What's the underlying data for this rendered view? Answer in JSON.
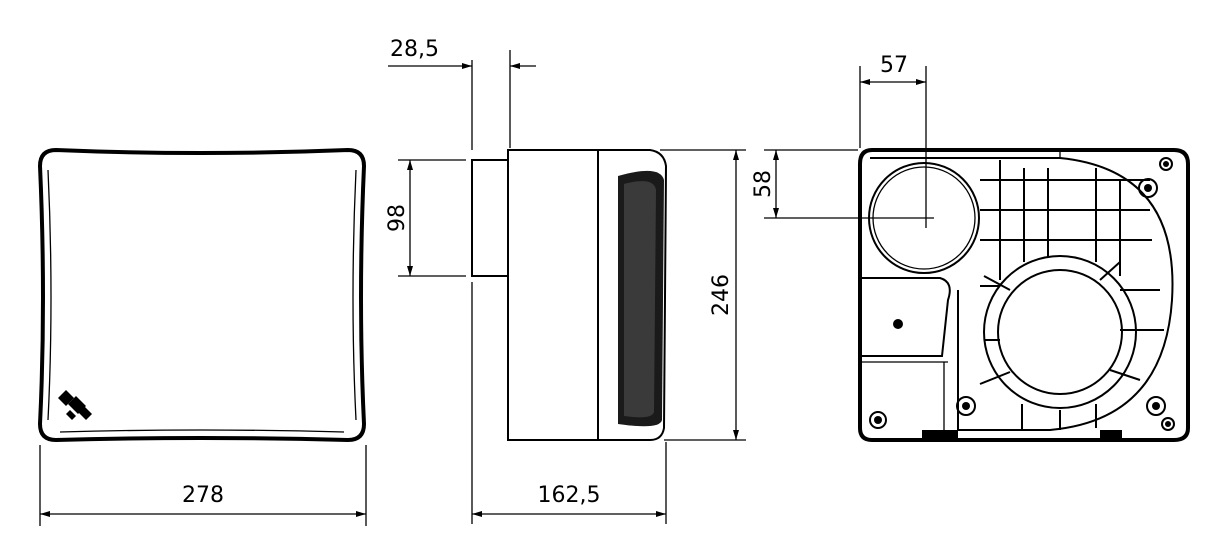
{
  "dimensions": {
    "front_width": "278",
    "duct_offset": "28,5",
    "duct_diameter": "98",
    "side_height": "246",
    "side_depth": "162,5",
    "rear_outlet_x": "57",
    "rear_outlet_y": "58"
  },
  "colors": {
    "line": "#000000",
    "background": "#ffffff"
  }
}
